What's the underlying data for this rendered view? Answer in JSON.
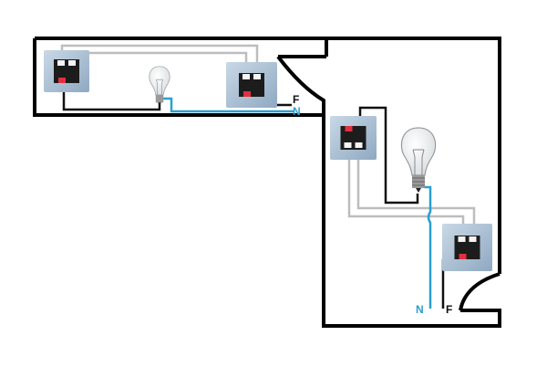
{
  "labels": {
    "room1_phase": "F",
    "room1_neutral": "N",
    "room2_neutral": "N",
    "room2_phase": "F"
  },
  "colors": {
    "wall": "#000000",
    "phase_wire": "#111111",
    "neutral_wire": "#2a9fd0",
    "traveler_wire": "#bdbdbd",
    "switch_plate": "#a9c0d6",
    "terminal_red": "#e03040"
  }
}
